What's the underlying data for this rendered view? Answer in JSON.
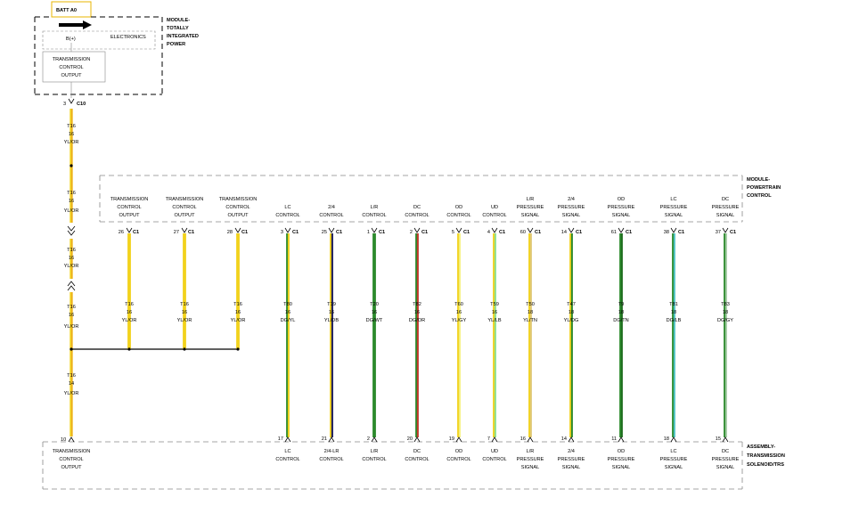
{
  "source_label": "BATT A0",
  "modules": {
    "tipm": {
      "title": [
        "MODULE-",
        "TOTALLY",
        "INTEGRATED",
        "POWER"
      ],
      "electronics": "ELECTRONICS",
      "bplus": "B(+)",
      "output_lines": [
        "TRANSMISSION",
        "CONTROL",
        "OUTPUT"
      ],
      "pin": "3",
      "connector": "C10"
    },
    "pcm": {
      "title": [
        "MODULE-",
        "POWERTRAIN",
        "CONTROL"
      ]
    },
    "solenoid": {
      "title": [
        "ASSEMBLY-",
        "TRANSMISSION",
        "SOLENOID/TRS"
      ]
    }
  },
  "trunk_wires": [
    [
      "T16",
      "16",
      "YL/OR"
    ],
    [
      "T16",
      "16",
      "YL/OR"
    ],
    [
      "T16",
      "16",
      "YL/OR"
    ],
    [
      "T16",
      "16",
      "YL/OR"
    ],
    [
      "T16",
      "14",
      "YL/OR"
    ]
  ],
  "trunk_end": {
    "pin": "10",
    "lines": [
      "TRANSMISSION",
      "CONTROL",
      "OUTPUT"
    ]
  },
  "pcm_outputs": [
    {
      "lines": [
        "TRANSMISSION",
        "CONTROL",
        "OUTPUT"
      ],
      "pin": "26",
      "conn": "C1",
      "wire": [
        "T16",
        "16",
        "YL/OR"
      ],
      "colors": [
        "#f2d21c",
        "#f2d21c"
      ]
    },
    {
      "lines": [
        "TRANSMISSION",
        "CONTROL",
        "OUTPUT"
      ],
      "pin": "27",
      "conn": "C1",
      "wire": [
        "T16",
        "16",
        "YL/OR"
      ],
      "colors": [
        "#f2d21c",
        "#f2d21c"
      ]
    },
    {
      "lines": [
        "TRANSMISSION",
        "CONTROL",
        "OUTPUT"
      ],
      "pin": "28",
      "conn": "C1",
      "wire": [
        "T16",
        "16",
        "YL/OR"
      ],
      "colors": [
        "#f2d21c",
        "#f2d21c"
      ]
    }
  ],
  "circuits": [
    {
      "top": [
        "LC",
        "CONTROL"
      ],
      "pin_top": "3",
      "conn": "C1",
      "wire": [
        "T80",
        "16",
        "DG/YL"
      ],
      "pin_bottom": "17",
      "bottom": [
        "LC",
        "CONTROL"
      ],
      "colors": [
        "#2c8a2c",
        "#f2d21c"
      ]
    },
    {
      "top": [
        "2/4",
        "CONTROL"
      ],
      "pin_top": "25",
      "conn": "C1",
      "wire": [
        "T19",
        "16",
        "YL/DB"
      ],
      "pin_bottom": "21",
      "bottom": [
        "2/4-LR",
        "CONTROL"
      ],
      "colors": [
        "#f2d21c",
        "#1a1a5a"
      ]
    },
    {
      "top": [
        "L/R",
        "CONTROL"
      ],
      "pin_top": "1",
      "conn": "C1",
      "wire": [
        "T20",
        "16",
        "DG/WT"
      ],
      "pin_bottom": "2",
      "bottom": [
        "L/R",
        "CONTROL"
      ],
      "colors": [
        "#2c8a2c",
        "#2c8a2c"
      ]
    },
    {
      "top": [
        "DC",
        "CONTROL"
      ],
      "pin_top": "2",
      "conn": "C1",
      "wire": [
        "T82",
        "16",
        "DG/OR"
      ],
      "pin_bottom": "20",
      "bottom": [
        "DC",
        "CONTROL"
      ],
      "colors": [
        "#2c8a2c",
        "#c0392b"
      ]
    },
    {
      "top": [
        "OD",
        "CONTROL"
      ],
      "pin_top": "5",
      "conn": "C1",
      "wire": [
        "T60",
        "16",
        "YL/GY"
      ],
      "pin_bottom": "19",
      "bottom": [
        "OD",
        "CONTROL"
      ],
      "colors": [
        "#f2d21c",
        "#f5f07a"
      ]
    },
    {
      "top": [
        "UD",
        "CONTROL"
      ],
      "pin_top": "4",
      "conn": "C1",
      "wire": [
        "T59",
        "16",
        "YL/LB"
      ],
      "pin_bottom": "7",
      "bottom": [
        "UD",
        "CONTROL"
      ],
      "colors": [
        "#f2d21c",
        "#8fe08f"
      ]
    },
    {
      "top": [
        "L/R",
        "PRESSURE",
        "SIGNAL"
      ],
      "pin_top": "60",
      "conn": "C1",
      "wire": [
        "T50",
        "18",
        "YL/TN"
      ],
      "pin_bottom": "16",
      "bottom": [
        "L/R",
        "PRESSURE",
        "SIGNAL"
      ],
      "colors": [
        "#f2d21c",
        "#e0c878"
      ]
    },
    {
      "top": [
        "2/4",
        "PRESSURE",
        "SIGNAL"
      ],
      "pin_top": "14",
      "conn": "C1",
      "wire": [
        "T47",
        "18",
        "YL/DG"
      ],
      "pin_bottom": "14",
      "bottom": [
        "2/4",
        "PRESSURE",
        "SIGNAL"
      ],
      "colors": [
        "#f2d21c",
        "#2c8a2c"
      ]
    },
    {
      "top": [
        "OD",
        "PRESSURE",
        "SIGNAL"
      ],
      "pin_top": "61",
      "conn": "C1",
      "wire": [
        "T9",
        "18",
        "DG/TN"
      ],
      "pin_bottom": "11",
      "bottom": [
        "OD",
        "PRESSURE",
        "SIGNAL"
      ],
      "colors": [
        "#2c8a2c",
        "#1f6e1f"
      ]
    },
    {
      "top": [
        "LC",
        "PRESSURE",
        "SIGNAL"
      ],
      "pin_top": "38",
      "conn": "C1",
      "wire": [
        "T81",
        "18",
        "DG/LB"
      ],
      "pin_bottom": "18",
      "bottom": [
        "LC",
        "PRESSURE",
        "SIGNAL"
      ],
      "colors": [
        "#2c8a2c",
        "#4fc3c3"
      ]
    },
    {
      "top": [
        "DC",
        "PRESSURE",
        "SIGNAL"
      ],
      "pin_top": "37",
      "conn": "C1",
      "wire": [
        "T83",
        "18",
        "DG/GY"
      ],
      "pin_bottom": "15",
      "bottom": [
        "DC",
        "PRESSURE",
        "SIGNAL"
      ],
      "colors": [
        "#2c8a2c",
        "#a0c8a0"
      ]
    }
  ]
}
